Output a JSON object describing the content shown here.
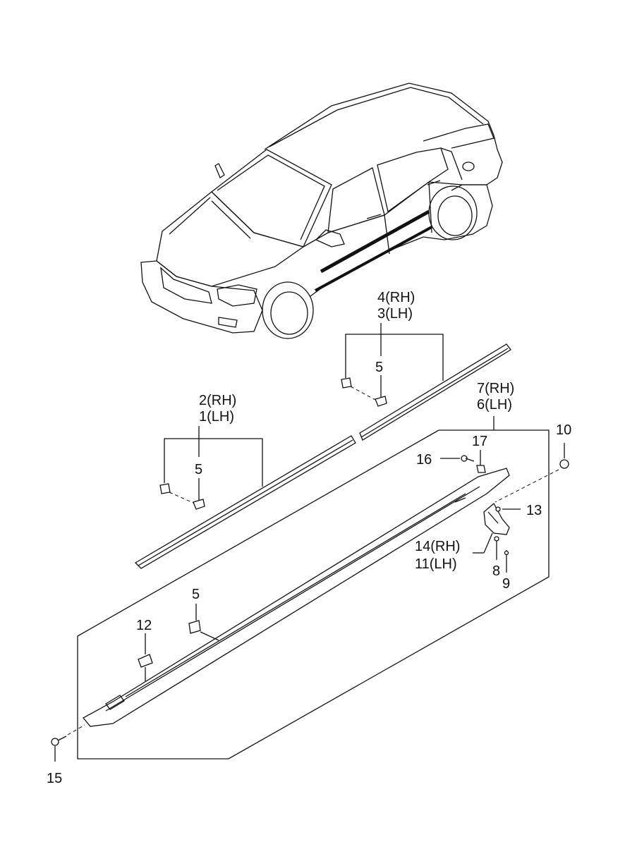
{
  "labels": {
    "rh_4": "4(RH)",
    "lh_3": "3(LH)",
    "clip_5_upper": "5",
    "rh_2": "2(RH)",
    "lh_1": "1(LH)",
    "clip_5_mid": "5",
    "rh_7": "7(RH)",
    "lh_6": "6(LH)",
    "part_10": "10",
    "part_16": "16",
    "part_17": "17",
    "part_13": "13",
    "rh_14": "14(RH)",
    "lh_11": "11(LH)",
    "part_8": "8",
    "part_9": "9",
    "clip_5_lower": "5",
    "part_12": "12",
    "part_15": "15"
  }
}
